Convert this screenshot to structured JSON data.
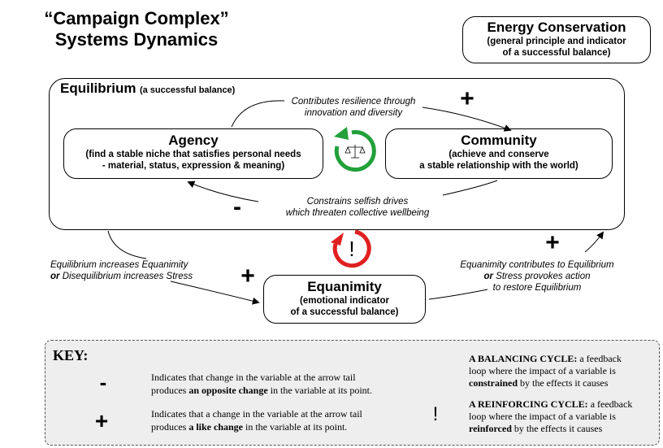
{
  "title": {
    "line1": "“Campaign Complex”",
    "line2": "Systems Dynamics"
  },
  "energy": {
    "title": "Energy Conservation",
    "sub1": "(general principle and indicator",
    "sub2": "of a successful balance)"
  },
  "equilibrium": {
    "title": "Equilibrium",
    "sub": "(a successful balance)"
  },
  "agency": {
    "title": "Agency",
    "sub1": "(find a stable niche that satisfies personal needs",
    "sub2": "- material, status, expression & meaning)"
  },
  "community": {
    "title": "Community",
    "sub1": "(achieve and conserve",
    "sub2": "a stable relationship with the world)"
  },
  "equanimity": {
    "title": "Equanimity",
    "sub1": "(emotional indicator",
    "sub2": "of a successful balance)"
  },
  "links": {
    "resilience1": "Contributes resilience through",
    "resilience2": "innovation and diversity",
    "constrains1": "Constrains selfish drives",
    "constrains2": "which threaten collective wellbeing",
    "left1": "Equilibrium increases Equanimity",
    "left2_or": "or",
    "left2_rest": " Disequilibrium increases Stress",
    "right1": "Equanimity contributes to Equilibrium",
    "right2_or": "or",
    "right2_rest": " Stress provokes action",
    "right3": "to restore Equilibrium"
  },
  "signs": {
    "plus": "+",
    "minus": "-"
  },
  "reinforcing_symbol": "!",
  "key": {
    "title": "KEY:",
    "minus_pre": "Indicates that change in the variable at the arrow tail",
    "minus_mid_pre": "produces ",
    "minus_bold": "an opposite change",
    "minus_post": " in the variable at its point.",
    "plus_pre": "Indicates that a change in the variable at the arrow tail",
    "plus_mid_pre": "produces ",
    "plus_bold": "a like change",
    "plus_post": " in the variable at its point.",
    "balancing_head": "A BALANCING CYCLE:",
    "balancing_1": " a feedback",
    "balancing_2": "loop where the impact of a variable is",
    "balancing_bold": "constrained",
    "balancing_3": " by the effects it causes",
    "reinforcing_head": "A REINFORCING CYCLE:",
    "reinforcing_1": " a feedback",
    "reinforcing_2": "loop where the impact of a variable is",
    "reinforcing_bold": "reinforced",
    "reinforcing_3": " by the effects it causes"
  },
  "colors": {
    "balancing": "#22a03a",
    "reinforcing": "#e02020",
    "key_bg": "#eeeeee"
  },
  "icons": {
    "balancing": "scales-icon",
    "reinforcing": "exclamation-icon"
  }
}
